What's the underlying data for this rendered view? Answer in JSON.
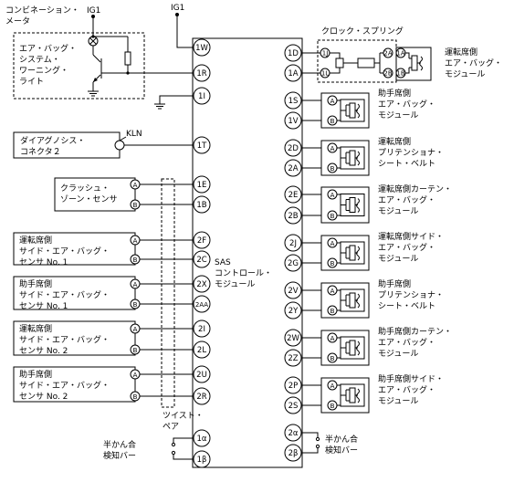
{
  "meter": {
    "label_lines": [
      "コンビネーション・",
      "メータ"
    ],
    "power": "IG1"
  },
  "warning_light": {
    "label_lines": [
      "エア・バッグ・",
      "システム・",
      "ワーニング・",
      "ライト"
    ]
  },
  "sas_power": "IG1",
  "sas": {
    "label_lines": [
      "SAS",
      "コントロール・",
      "モジュール"
    ]
  },
  "diag": {
    "label_lines": [
      "ダイアグノシス・",
      "コネクタ２"
    ],
    "line": "KLN"
  },
  "crash_sensor": {
    "label_lines": [
      "クラッシュ・",
      "ゾーン・センサ"
    ]
  },
  "left_sensors": [
    {
      "label_lines": [
        "運転席側",
        "サイド・エア・バッグ・",
        "センサ No. 1"
      ]
    },
    {
      "label_lines": [
        "助手席側",
        "サイド・エア・バッグ・",
        "センサ No. 1"
      ]
    },
    {
      "label_lines": [
        "運転席側",
        "サイド・エア・バッグ・",
        "センサ No. 2"
      ]
    },
    {
      "label_lines": [
        "助手席側",
        "サイド・エア・バッグ・",
        "センサ No. 2"
      ]
    }
  ],
  "connector_labels": {
    "a": "A",
    "b": "B"
  },
  "twisted_pair": [
    "ツイスト・",
    "ペア"
  ],
  "left_switch": [
    "半かん合",
    "検知バー"
  ],
  "right_switch": [
    "半かん合",
    "検知バー"
  ],
  "left_pins": [
    "1W",
    "1R",
    "1I",
    "1T",
    "1E",
    "1B",
    "2F",
    "2C",
    "2X",
    "2AA",
    "2I",
    "2L",
    "2U",
    "2R",
    "1α",
    "1β"
  ],
  "right_pins": [
    "1D",
    "1A",
    "1S",
    "1V",
    "2D",
    "2A",
    "2E",
    "2B",
    "2J",
    "2G",
    "2V",
    "2Y",
    "2W",
    "2Z",
    "2P",
    "2S",
    "2α",
    "2β"
  ],
  "clock_spring": {
    "label": "クロック・スプリング",
    "pins_left": [
      "1J",
      "1L"
    ],
    "pins_right": [
      "2A",
      "2B"
    ],
    "pins_module": [
      "1A",
      "1B"
    ]
  },
  "modules": [
    {
      "label_lines": [
        "運転席側",
        "エア・バッグ・",
        "モジュール"
      ]
    },
    {
      "label_lines": [
        "助手席側",
        "エア・バッグ・",
        "モジュール"
      ]
    },
    {
      "label_lines": [
        "運転席側",
        "プリテンショナ・",
        "シート・ベルト"
      ]
    },
    {
      "label_lines": [
        "運転席側カーテン・",
        "エア・バッグ・",
        "モジュール"
      ]
    },
    {
      "label_lines": [
        "運転席側サイド・",
        "エア・バッグ・",
        "モジュール"
      ]
    },
    {
      "label_lines": [
        "助手席側",
        "プリテンショナ・",
        "シート・ベルト"
      ]
    },
    {
      "label_lines": [
        "助手席側カーテン・",
        "エア・バッグ・",
        "モジュール"
      ]
    },
    {
      "label_lines": [
        "助手席側サイド・",
        "エア・バッグ・",
        "モジュール"
      ]
    }
  ]
}
